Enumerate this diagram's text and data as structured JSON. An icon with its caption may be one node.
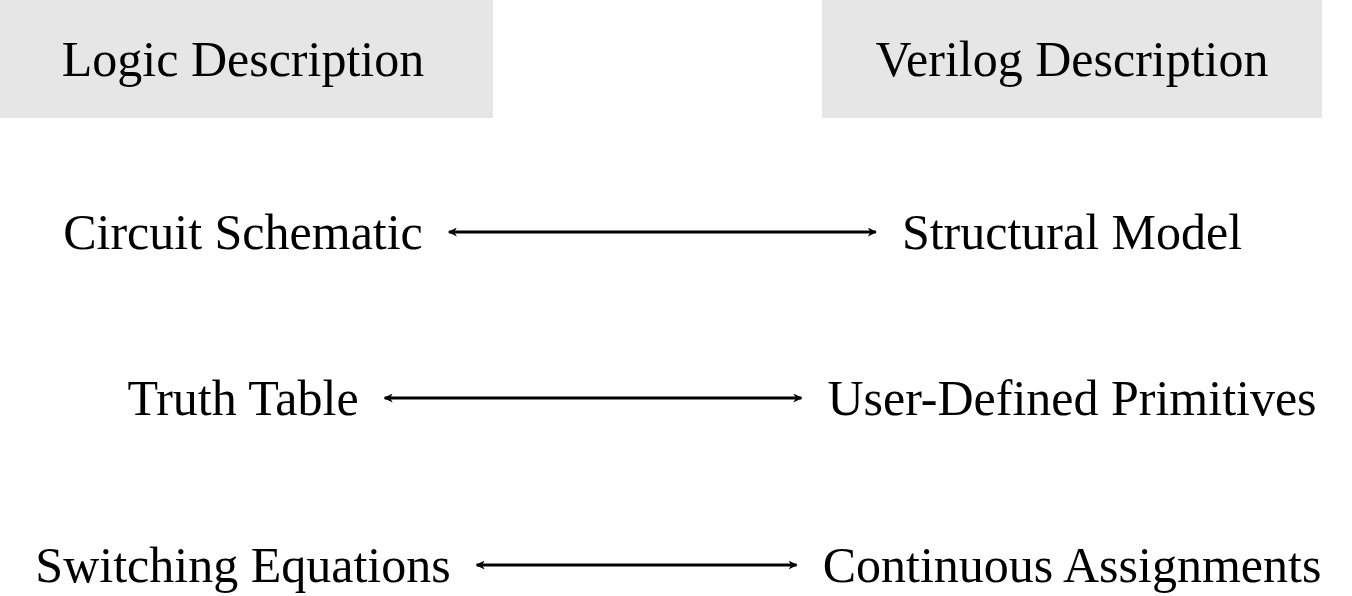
{
  "diagram": {
    "nodes": [
      {
        "text": [
          "Logic Description"
        ]
      },
      {
        "text": [
          "Verilog Description"
        ]
      },
      {
        "text": [
          "Circuit Schematic"
        ]
      },
      {
        "text": [
          "Structural Model"
        ]
      },
      {
        "text": [
          "Truth Table"
        ]
      },
      {
        "text": [
          "User-Defined Primitives"
        ]
      },
      {
        "text": [
          "Switching Equations"
        ]
      },
      {
        "text": [
          "Continuous Assignments"
        ]
      }
    ],
    "edges": [
      {
        "from": 2,
        "to": 3,
        "arrow": "both"
      },
      {
        "from": 4,
        "to": 5,
        "arrow": "both"
      },
      {
        "from": 6,
        "to": 7,
        "arrow": "both"
      }
    ]
  }
}
